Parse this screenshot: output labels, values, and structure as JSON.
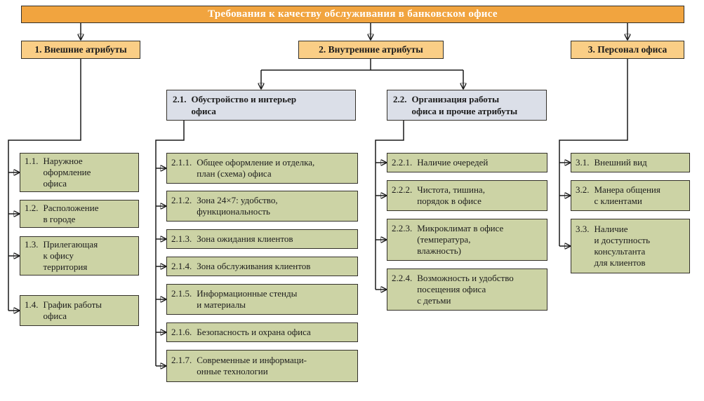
{
  "colors": {
    "title_bg": "#f1a43f",
    "branch_bg": "#face86",
    "sub_bg": "#dbdfe8",
    "leaf_bg": "#ccd3a5"
  },
  "title": "Требования к качеству обслуживания в банковском офисе",
  "b1": {
    "label": "1. Внешние атрибуты",
    "items": [
      {
        "num": "1.1.",
        "text": "Наружное\nоформление\nофиса"
      },
      {
        "num": "1.2.",
        "text": "Расположение\nв городе"
      },
      {
        "num": "1.3.",
        "text": "Прилегающая\nк офису\nтерритория"
      },
      {
        "num": "1.4.",
        "text": "График работы\nофиса"
      }
    ]
  },
  "b2": {
    "label": "2. Внутренние атрибуты",
    "s21": {
      "num": "2.1.",
      "text": "Обустройство и интерьер\nофиса",
      "items": [
        {
          "num": "2.1.1.",
          "text": "Общее оформление и отделка,\nплан (схема) офиса"
        },
        {
          "num": "2.1.2.",
          "text": "Зона 24×7: удобство,\nфункциональность"
        },
        {
          "num": "2.1.3.",
          "text": "Зона ожидания клиентов"
        },
        {
          "num": "2.1.4.",
          "text": "Зона обслуживания клиентов"
        },
        {
          "num": "2.1.5.",
          "text": "Информационные стенды\nи материалы"
        },
        {
          "num": "2.1.6.",
          "text": "Безопасность и охрана офиса"
        },
        {
          "num": "2.1.7.",
          "text": "Современные и информаци-\nонные технологии"
        }
      ]
    },
    "s22": {
      "num": "2.2.",
      "text": "Организация работы\nофиса и прочие атрибуты",
      "items": [
        {
          "num": "2.2.1.",
          "text": "Наличие очередей"
        },
        {
          "num": "2.2.2.",
          "text": "Чистота, тишина,\nпорядок в офисе"
        },
        {
          "num": "2.2.3.",
          "text": "Микроклимат в офисе\n(температура,\nвлажность)"
        },
        {
          "num": "2.2.4.",
          "text": "Возможность и удобство\nпосещения офиса\nс детьми"
        }
      ]
    }
  },
  "b3": {
    "label": "3. Персонал офиса",
    "items": [
      {
        "num": "3.1.",
        "text": "Внешний вид"
      },
      {
        "num": "3.2.",
        "text": "Манера общения\nс клиентами"
      },
      {
        "num": "3.3.",
        "text": "Наличие\nи доступность\nконсультанта\nдля клиентов"
      }
    ]
  }
}
